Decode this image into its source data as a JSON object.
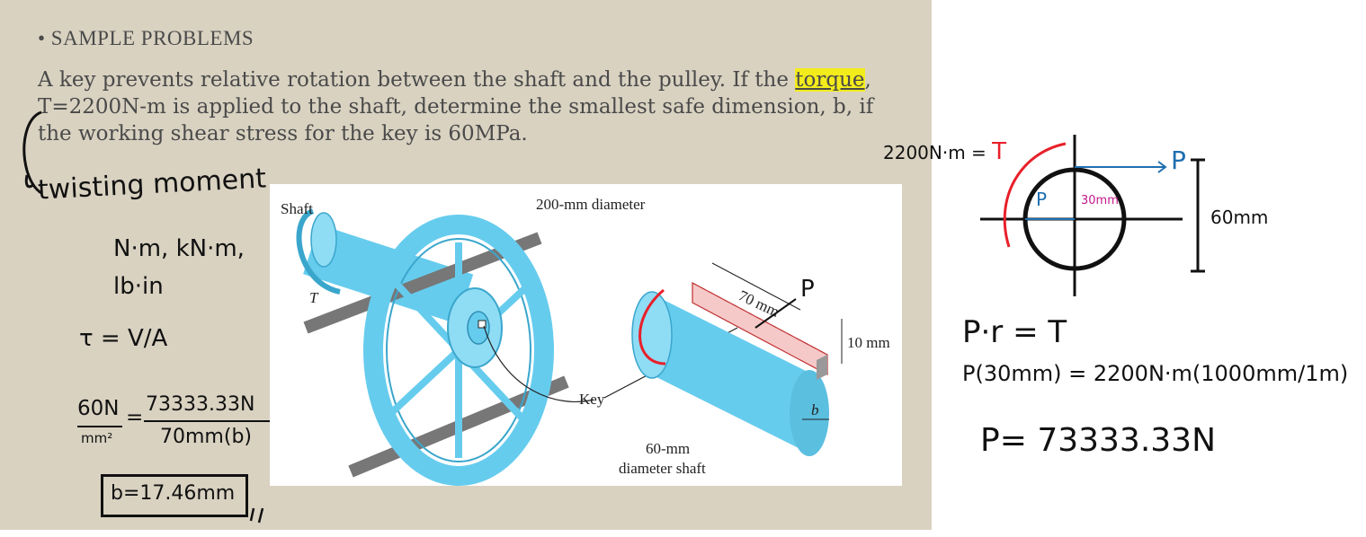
{
  "slide": {
    "bullet": "• SAMPLE PROBLEMS",
    "problem_before": "A key prevents relative rotation between the shaft and the pulley. If the ",
    "problem_highlight": "torque",
    "problem_after": ", T=2200N-m is applied to the shaft, determine the smallest safe dimension, b, if the working shear stress for the key is 60MPa.",
    "highlight_color": "#f3ec1b"
  },
  "figure": {
    "shaft_label": "Shaft",
    "torque_label": "T",
    "pulley_diameter_label": "200-mm diameter",
    "key_label": "Key",
    "key_length_label": "70 mm",
    "key_height_label": "10 mm",
    "key_width_label": "b",
    "shaft_diameter_label_1": "60-mm",
    "shaft_diameter_label_2": "diameter shaft",
    "force_label": "P"
  },
  "notes_left": {
    "torque_meaning": "twisting moment",
    "units_1": "N·m, kN·m,",
    "units_2": "lb·in",
    "formula": "τ = V/A",
    "eq_left_num": "60N",
    "eq_left_den": "mm²",
    "eq_right_num": "73333.33N",
    "eq_right_den": "70mm(b)",
    "answer": "b=17.46mm"
  },
  "notes_right": {
    "torque_value": "2200N·m = ",
    "torque_symbol": "T",
    "force_top": "P",
    "force_inner": "P",
    "radius_label": "30mm",
    "diameter_label": "60mm",
    "eq1": "P·r = T",
    "eq2": "P(30mm) = 2200N·m(1000mm/1m)",
    "eq3": "P= 73333.33N"
  },
  "colors": {
    "red_ink": "#e8202a",
    "blue_ink": "#1f6fb0",
    "magenta_ink": "#c2188b",
    "shaft_blue": "#66ccee"
  }
}
